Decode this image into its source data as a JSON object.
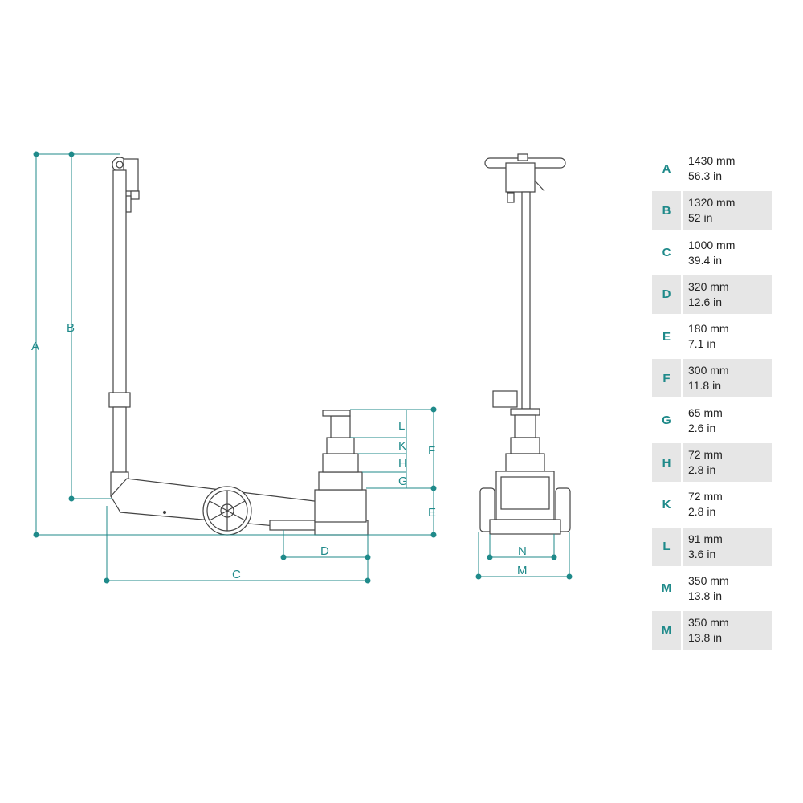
{
  "colors": {
    "dimension": "#1f8a8a",
    "outline": "#444444",
    "table_shade": "#e6e6e6"
  },
  "dimension_labels": {
    "A": "A",
    "B": "B",
    "C": "C",
    "D": "D",
    "E": "E",
    "F": "F",
    "G": "G",
    "H": "H",
    "K": "K",
    "L": "L",
    "M": "M",
    "N": "N"
  },
  "specs": [
    {
      "letter": "A",
      "mm": "1430 mm",
      "inch": "56.3 in"
    },
    {
      "letter": "B",
      "mm": "1320 mm",
      "inch": "52 in"
    },
    {
      "letter": "C",
      "mm": "1000 mm",
      "inch": "39.4 in"
    },
    {
      "letter": "D",
      "mm": "320 mm",
      "inch": "12.6 in"
    },
    {
      "letter": "E",
      "mm": "180 mm",
      "inch": "7.1 in"
    },
    {
      "letter": "F",
      "mm": "300 mm",
      "inch": "11.8 in"
    },
    {
      "letter": "G",
      "mm": "65 mm",
      "inch": "2.6 in"
    },
    {
      "letter": "H",
      "mm": "72 mm",
      "inch": "2.8 in"
    },
    {
      "letter": "K",
      "mm": "72 mm",
      "inch": "2.8 in"
    },
    {
      "letter": "L",
      "mm": "91 mm",
      "inch": "3.6 in"
    },
    {
      "letter": "M",
      "mm": "350 mm",
      "inch": "13.8 in"
    },
    {
      "letter": "M",
      "mm": "350 mm",
      "inch": "13.8 in"
    }
  ]
}
